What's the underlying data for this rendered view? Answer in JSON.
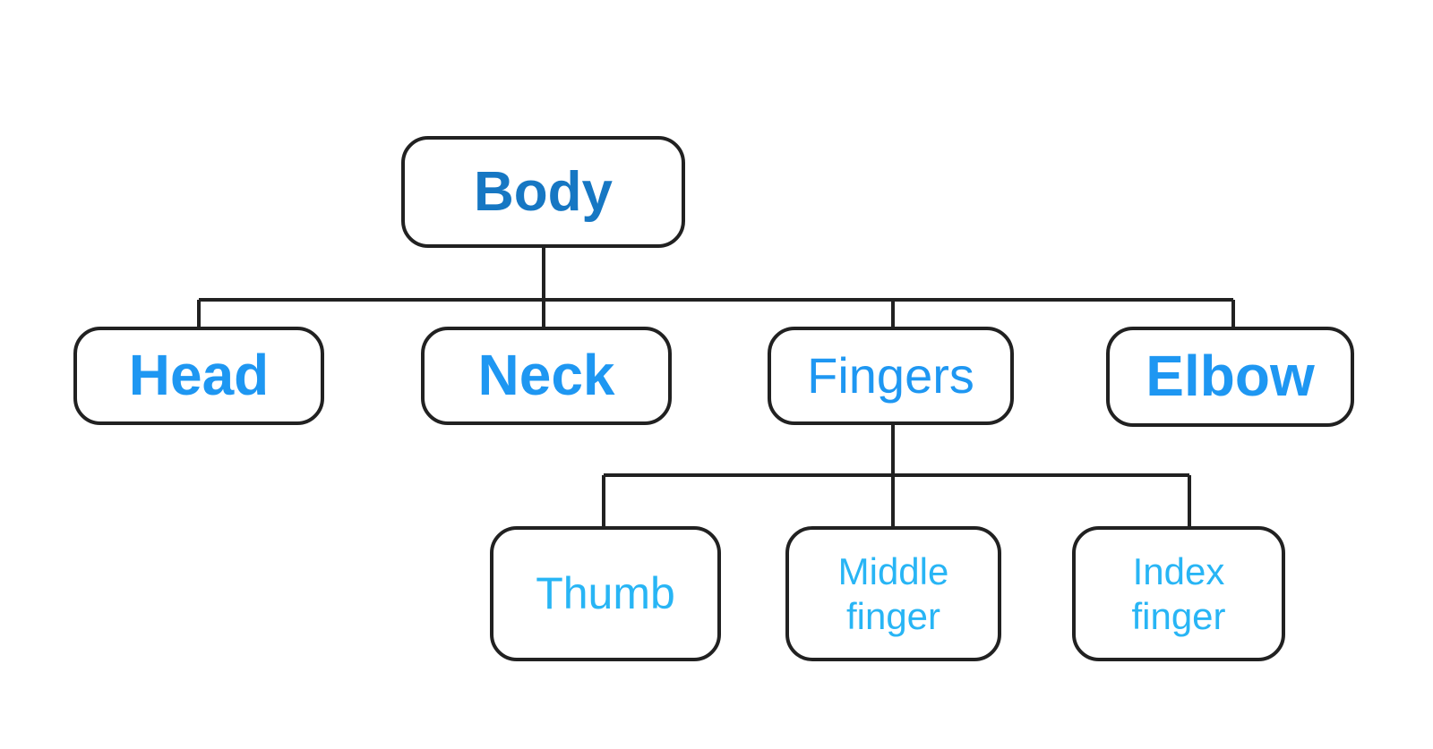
{
  "diagram": {
    "type": "tree",
    "root": "Body",
    "nodes": {
      "body": {
        "label": "Body",
        "level": 1,
        "color": "#1677c3"
      },
      "head": {
        "label": "Head",
        "level": 2,
        "color": "#1e97f2"
      },
      "neck": {
        "label": "Neck",
        "level": 2,
        "color": "#1e97f2"
      },
      "fingers": {
        "label": "Fingers",
        "level": 2,
        "color": "#1e97f2"
      },
      "elbow": {
        "label": "Elbow",
        "level": 2,
        "color": "#1e97f2"
      },
      "thumb": {
        "label": "Thumb",
        "level": 3,
        "color": "#28b5f5"
      },
      "middle_finger": {
        "label": "Middle finger",
        "level": 3,
        "color": "#28b5f5"
      },
      "index_finger": {
        "label": "Index finger",
        "level": 3,
        "color": "#28b5f5"
      }
    },
    "edges": [
      [
        "Body",
        "Head"
      ],
      [
        "Body",
        "Neck"
      ],
      [
        "Body",
        "Fingers"
      ],
      [
        "Body",
        "Elbow"
      ],
      [
        "Fingers",
        "Thumb"
      ],
      [
        "Fingers",
        "Middle finger"
      ],
      [
        "Fingers",
        "Index finger"
      ]
    ],
    "styles": {
      "background": "#ffffff",
      "node_fill": "#ffffff",
      "node_border": "#212121",
      "connector": "#212121"
    }
  }
}
